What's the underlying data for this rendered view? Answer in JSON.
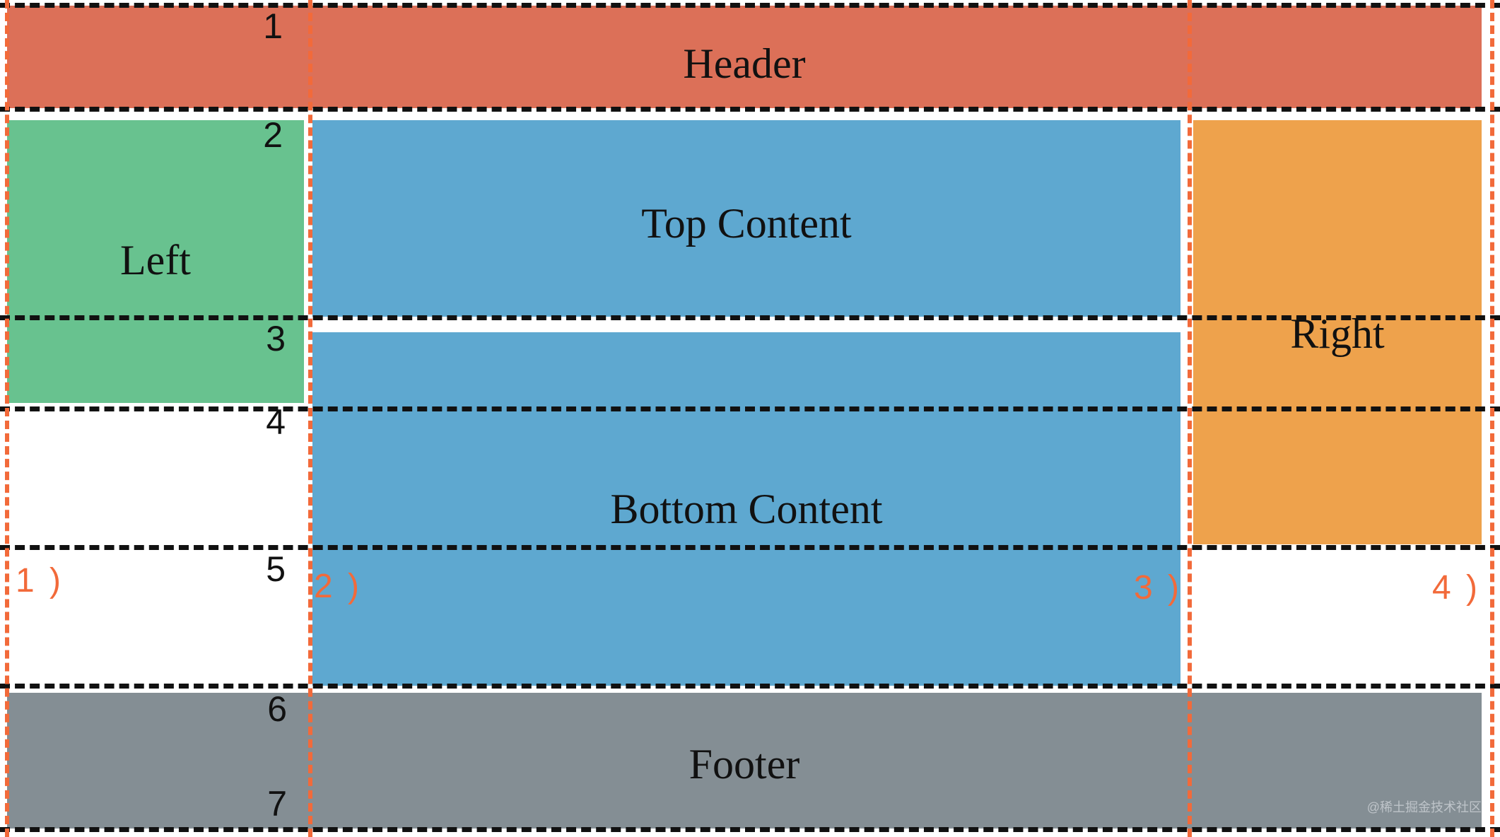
{
  "areas": {
    "header": {
      "label": "Header",
      "color": "#dc7058"
    },
    "left": {
      "label": "Left",
      "color": "#68c28f"
    },
    "top_content": {
      "label": "Top Content",
      "color": "#5ea8d0"
    },
    "bottom_content": {
      "label": "Bottom Content",
      "color": "#5ea8d0"
    },
    "right": {
      "label": "Right",
      "color": "#eea24c"
    },
    "footer": {
      "label": "Footer",
      "color": "#848e94"
    }
  },
  "row_lines": [
    "1",
    "2",
    "3",
    "4",
    "5",
    "6",
    "7"
  ],
  "column_lines": [
    "1 )",
    "2 )",
    "3 )",
    "4 )"
  ],
  "line_colors": {
    "row": "#111111",
    "column": "#f26a3a"
  },
  "watermark": "@稀土掘金技术社区"
}
